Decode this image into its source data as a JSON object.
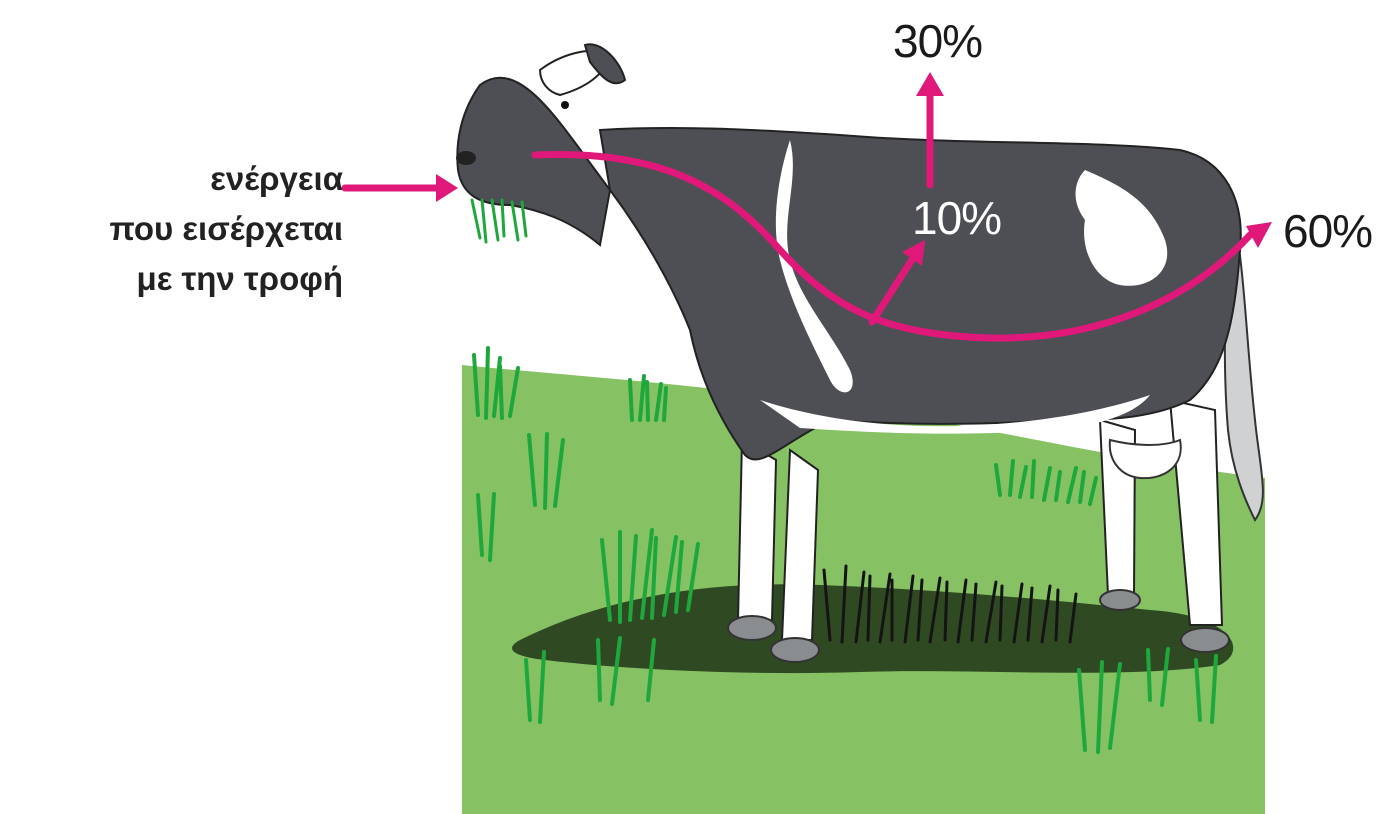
{
  "diagram": {
    "input_label": {
      "line1": "ενέργεια",
      "line2": "που εισέρχεται",
      "line3": "με την τροφή"
    },
    "outputs": {
      "up": "30%",
      "body": "10%",
      "right": "60%"
    }
  },
  "colors": {
    "arrow": "#e0187a",
    "grass_light": "#86c263",
    "grass_blade": "#1ea83c",
    "shadow": "#2f4a22",
    "cow_dark": "#4d4f54",
    "cow_white": "#ffffff"
  }
}
